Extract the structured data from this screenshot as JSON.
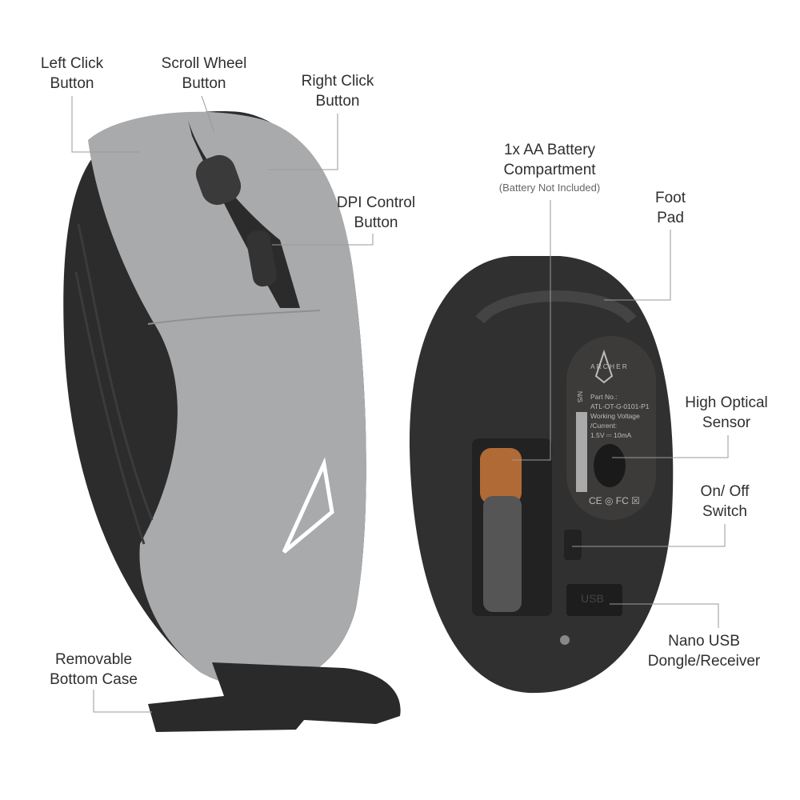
{
  "callouts": {
    "left_click": [
      "Left Click",
      "Button"
    ],
    "scroll_wheel": [
      "Scroll Wheel",
      "Button"
    ],
    "right_click": [
      "Right Click",
      "Button"
    ],
    "dpi_control": [
      "DPI Control",
      "Button"
    ],
    "battery": [
      "1x AA Battery",
      "Compartment",
      "(Battery Not Included)"
    ],
    "foot_pad": [
      "Foot",
      "Pad"
    ],
    "optical_sensor": [
      "High Optical",
      "Sensor"
    ],
    "power_switch": [
      "On/ Off",
      "Switch"
    ],
    "usb_dongle": [
      "Nano USB",
      "Dongle/Receiver"
    ],
    "bottom_case": [
      "Removable",
      "Bottom Case"
    ]
  },
  "product_label": {
    "brand": "ARCHER",
    "part_no_label": "Part No.:",
    "part_no": "ATL-OT-G-0101-P1",
    "voltage_label": "Working Voltage",
    "current_label": "/Current:",
    "rating": "1.5V ⎓ 10mA",
    "serial_label": "N/S",
    "certifications": "CE ◎ FC ☒",
    "dongle_mark": "USB"
  },
  "colors": {
    "silver": "#a8a9ab",
    "body": "#2b2b2c",
    "line": "#9a9a9a",
    "text": "#2f2f2f"
  }
}
